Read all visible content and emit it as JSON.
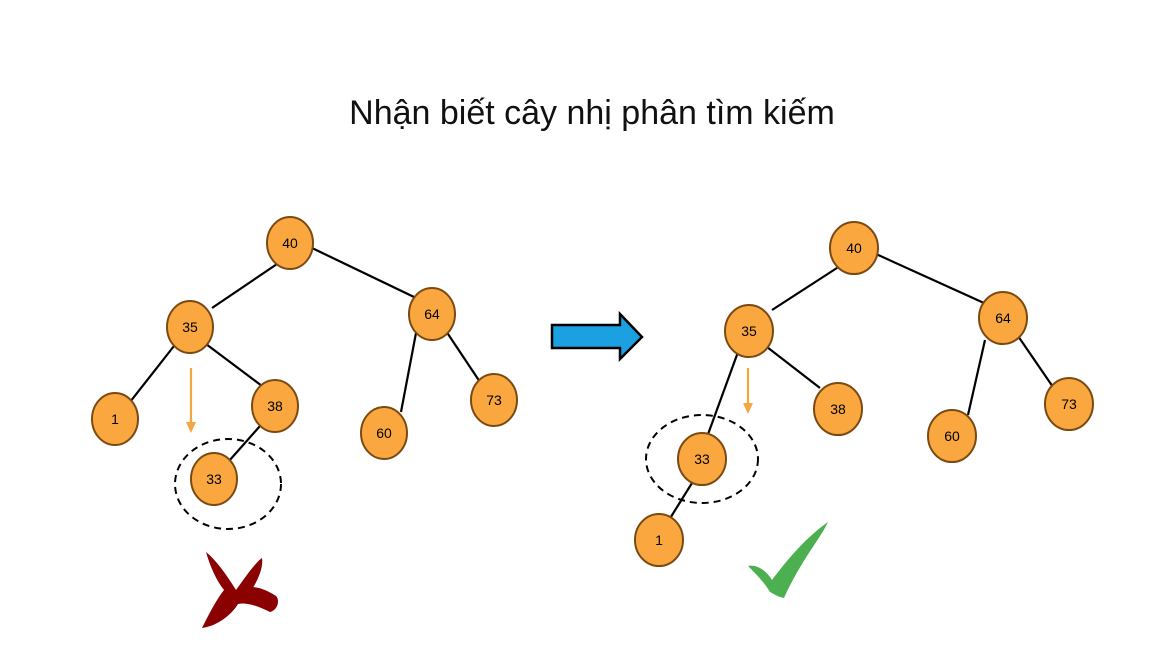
{
  "slide": {
    "title": "Nhận biết cây nhị phân tìm kiếm"
  },
  "trees": [
    {
      "id": "wrong",
      "nodes": [
        "40",
        "35",
        "64",
        "1",
        "38",
        "60",
        "73",
        "33"
      ],
      "edges": [
        [
          "40",
          "35"
        ],
        [
          "40",
          "64"
        ],
        [
          "35",
          "1"
        ],
        [
          "35",
          "38"
        ],
        [
          "38",
          "33"
        ],
        [
          "64",
          "60"
        ],
        [
          "64",
          "73"
        ]
      ],
      "highlighted_node": "33",
      "verdict": "cross"
    },
    {
      "id": "correct",
      "nodes": [
        "40",
        "35",
        "64",
        "33",
        "38",
        "60",
        "73",
        "1"
      ],
      "edges": [
        [
          "40",
          "35"
        ],
        [
          "40",
          "64"
        ],
        [
          "35",
          "33"
        ],
        [
          "35",
          "38"
        ],
        [
          "33",
          "1"
        ],
        [
          "64",
          "60"
        ],
        [
          "64",
          "73"
        ]
      ],
      "highlighted_node": "33",
      "verdict": "check"
    }
  ],
  "colors": {
    "node_fill": "#FBA73F",
    "node_stroke": "#7A4A12",
    "edge": "#000000",
    "hint_arrow": "#F4A640",
    "transition_arrow": "#1BA1E2",
    "cross": "#8B0000",
    "check": "#4CAF50"
  },
  "icons": {
    "transition": "right-arrow-icon",
    "wrong": "cross-icon",
    "right": "check-icon"
  }
}
